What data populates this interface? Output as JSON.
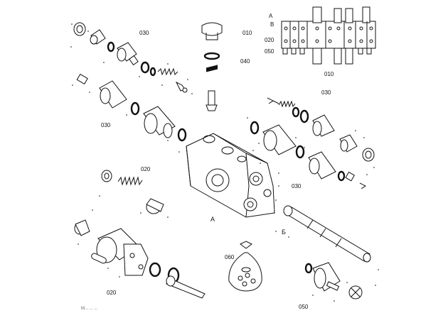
{
  "labels": {
    "l030_top": "030",
    "l010_top": "010",
    "l040": "040",
    "inset_a": "A",
    "inset_b": "B",
    "inset_020": "020",
    "inset_050": "050",
    "inset_010": "010",
    "l030_right_top": "030",
    "l030_left": "030",
    "l020_mid": "020",
    "l030_right_mid": "030",
    "block_a": "A",
    "spool_b": "Б",
    "l060": "060",
    "l020_bottom": "020",
    "l050": "050",
    "footer_code": "M... ... ..."
  },
  "colors": {
    "line": "#111111",
    "background": "#ffffff"
  }
}
